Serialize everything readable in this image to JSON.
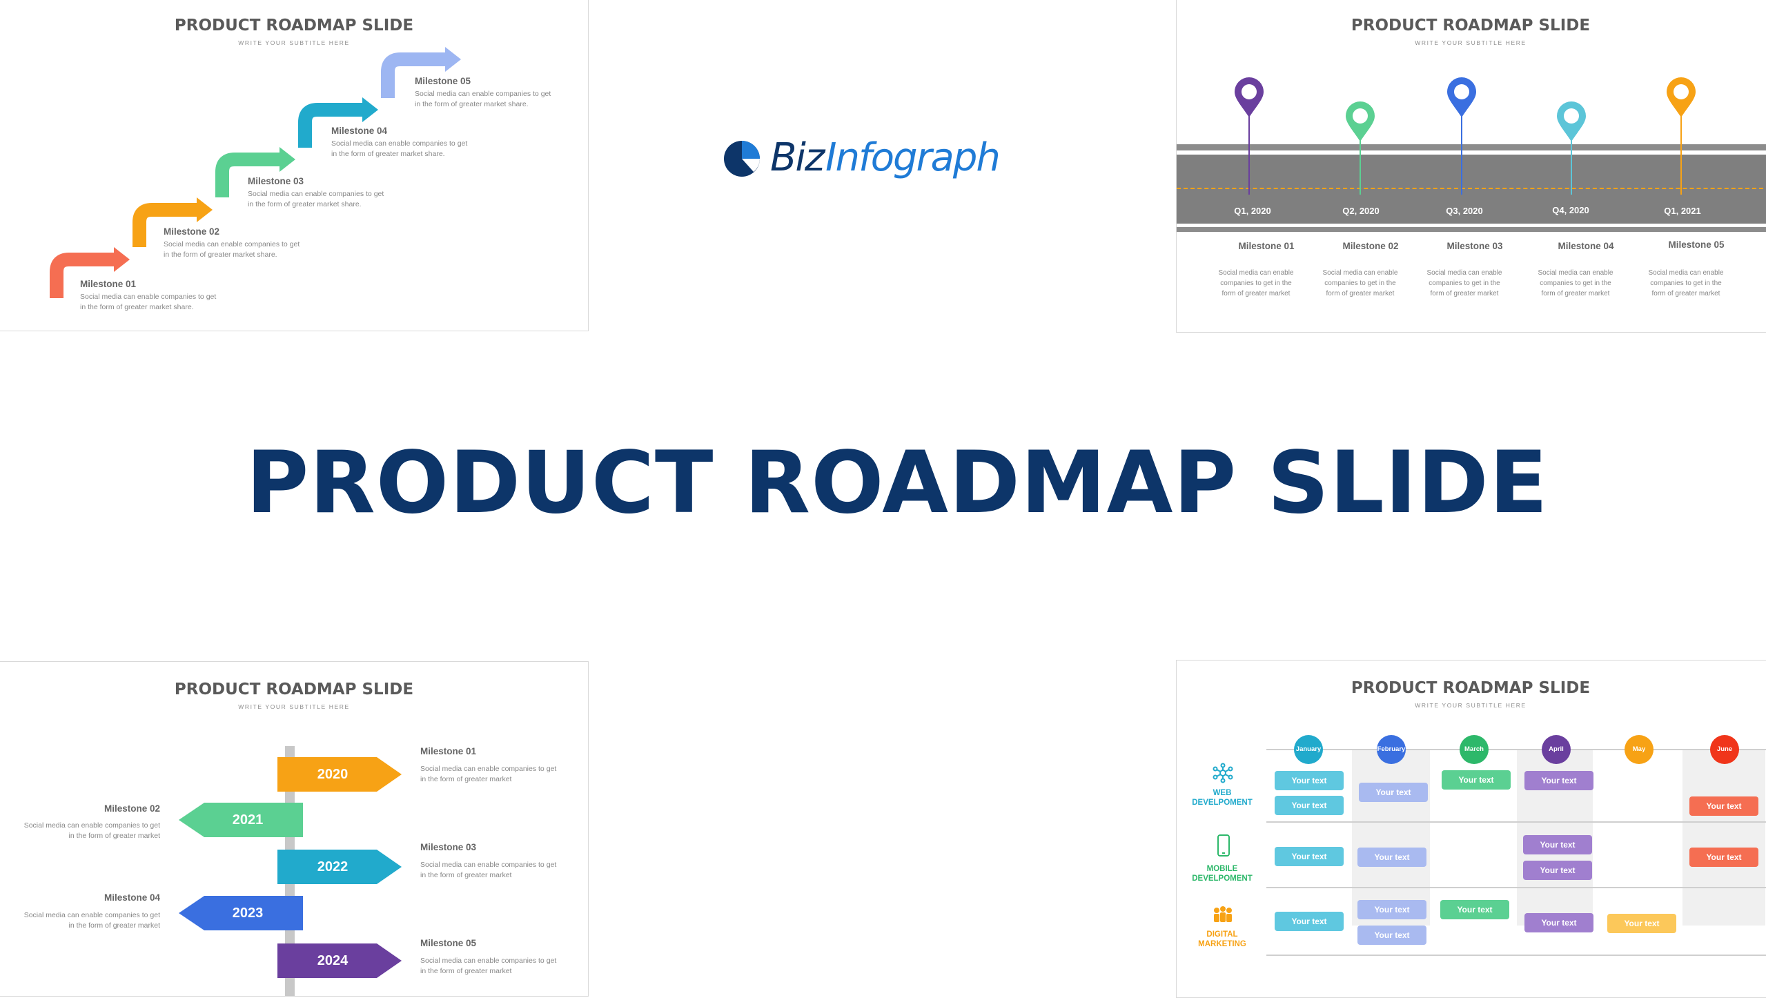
{
  "main_title": "PRODUCT ROADMAP SLIDE",
  "logo": {
    "word1": "Biz",
    "word2": "Infograph",
    "icon": "pie-chart-icon",
    "colors": {
      "dark": "#0d3569",
      "accent": "#1f7bd6"
    }
  },
  "slide_stairs": {
    "title": "PRODUCT ROADMAP SLIDE",
    "subtitle": "WRITE YOUR SUBTITLE HERE",
    "milestones": [
      {
        "title": "Milestone 01",
        "desc": "Social media can enable companies to get in the form of greater market share.",
        "color": "#f56e52"
      },
      {
        "title": "Milestone 02",
        "desc": "Social media can enable companies to get in the form of greater market share.",
        "color": "#f7a215"
      },
      {
        "title": "Milestone 03",
        "desc": "Social media can enable companies to get in the form of greater market share.",
        "color": "#5bd092"
      },
      {
        "title": "Milestone 04",
        "desc": "Social media can enable companies to get in the form of greater market share.",
        "color": "#21aacc"
      },
      {
        "title": "Milestone 05",
        "desc": "Social media can enable companies to get in the form of greater market share.",
        "color": "#9db6f2"
      }
    ]
  },
  "slide_pins": {
    "title": "PRODUCT ROADMAP SLIDE",
    "subtitle": "WRITE YOUR SUBTITLE HERE",
    "milestones": [
      {
        "quarter": "Q1, 2020",
        "title": "Milestone 01",
        "desc": "Social media can enable companies to get in the form of greater market",
        "color": "#6a3f9e"
      },
      {
        "quarter": "Q2, 2020",
        "title": "Milestone 02",
        "desc": "Social media can enable companies to get in the form of greater market",
        "color": "#5bd092"
      },
      {
        "quarter": "Q3, 2020",
        "title": "Milestone 03",
        "desc": "Social media can enable companies to get in the form of greater market",
        "color": "#3a6fe0"
      },
      {
        "quarter": "Q4, 2020",
        "title": "Milestone 04",
        "desc": "Social media can enable companies to get in the form of greater market",
        "color": "#5cc5d8"
      },
      {
        "quarter": "Q1, 2021",
        "title": "Milestone 05",
        "desc": "Social media can enable companies to get in the form of greater market",
        "color": "#f7a215"
      }
    ]
  },
  "slide_signpost": {
    "title": "PRODUCT ROADMAP SLIDE",
    "subtitle": "WRITE YOUR SUBTITLE HERE",
    "signs": [
      {
        "year": "2020",
        "title": "Milestone 01",
        "desc": "Social media can enable companies to get in the form of greater market",
        "color": "#f7a215"
      },
      {
        "year": "2021",
        "title": "Milestone 02",
        "desc": "Social media can enable companies to get in the form of greater market",
        "color": "#5bd092"
      },
      {
        "year": "2022",
        "title": "Milestone 03",
        "desc": "Social media can enable companies to get in the form of greater market",
        "color": "#21aacc"
      },
      {
        "year": "2023",
        "title": "Milestone 04",
        "desc": "Social media can enable companies to get in the form of greater market",
        "color": "#3a6fe0"
      },
      {
        "year": "2024",
        "title": "Milestone 05",
        "desc": "Social media can enable companies to get in the form of greater market",
        "color": "#6a3f9e"
      }
    ]
  },
  "slide_grid": {
    "title": "PRODUCT ROADMAP SLIDE",
    "subtitle": "WRITE YOUR SUBTITLE HERE",
    "months": [
      {
        "name": "January",
        "color": "#21aacc"
      },
      {
        "name": "February",
        "color": "#3a6fe0"
      },
      {
        "name": "March",
        "color": "#2db86a"
      },
      {
        "name": "April",
        "color": "#6a3f9e"
      },
      {
        "name": "May",
        "color": "#f7a215"
      },
      {
        "name": "June",
        "color": "#f0351a"
      }
    ],
    "categories": [
      {
        "line1": "WEB",
        "line2": "DEVELPOMENT",
        "color": "#21aacc",
        "icon": "network-icon"
      },
      {
        "line1": "MOBILE",
        "line2": "DEVELPOMENT",
        "color": "#2db86a",
        "icon": "mobile-phone-icon"
      },
      {
        "line1": "DIGITAL",
        "line2": "MARKETING",
        "color": "#f7a215",
        "icon": "team-icon"
      }
    ],
    "pill_label": "Your text",
    "pill_colors": {
      "january": "#5fc8e0",
      "february": "#a9baf0",
      "march": "#5bd092",
      "april": "#a07fcf",
      "may": "#fcc85a",
      "june": "#f56e52"
    }
  }
}
